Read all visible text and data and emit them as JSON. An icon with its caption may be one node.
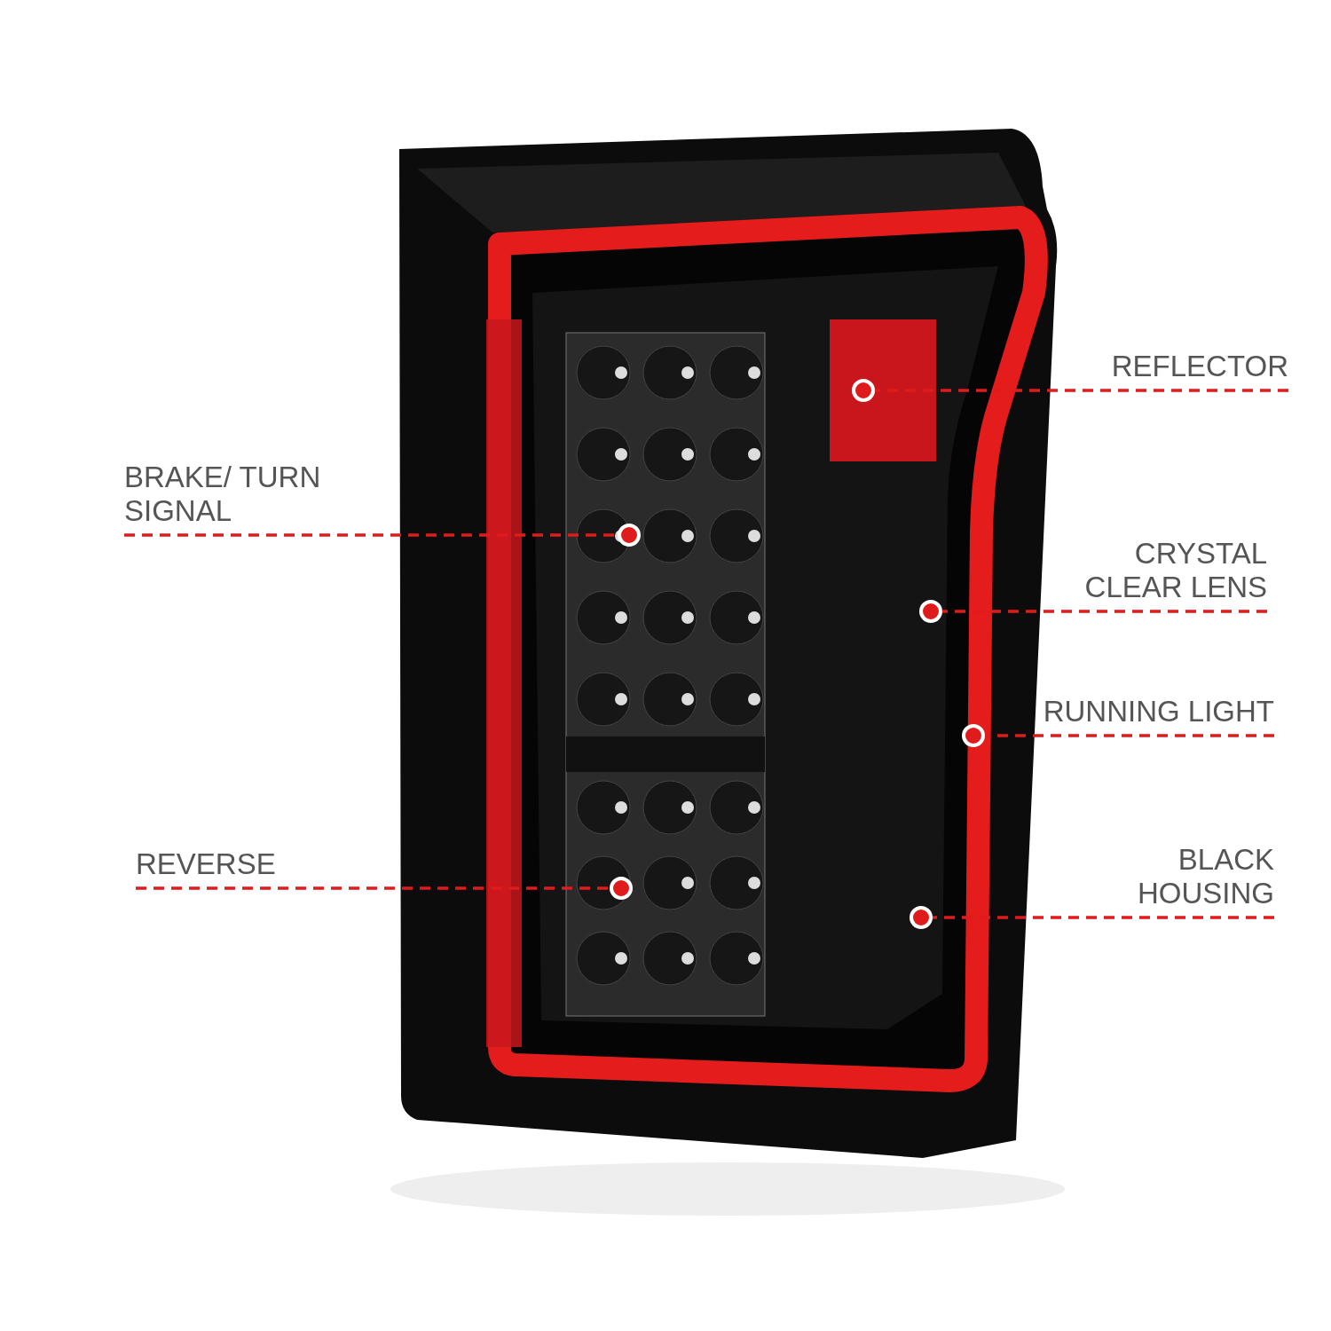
{
  "diagram": {
    "nodes": [
      {
        "text": [
          "REFLECTOR"
        ]
      },
      {
        "text": [
          "BRAKE/ TURN SIGNAL"
        ]
      },
      {
        "text": [
          "CRYSTAL CLEAR LENS"
        ]
      },
      {
        "text": [
          "RUNNING LIGHT"
        ]
      },
      {
        "text": [
          "REVERSE"
        ]
      },
      {
        "text": [
          "BLACK HOUSING"
        ]
      },
      {
        "text": [],
        "shape": "circle"
      },
      {
        "text": [],
        "shape": "circle"
      },
      {
        "text": [],
        "shape": "circle"
      },
      {
        "text": [],
        "shape": "circle"
      },
      {
        "text": [],
        "shape": "circle"
      },
      {
        "text": [],
        "shape": "circle"
      }
    ],
    "edges": [
      {
        "from": 0,
        "to": 6,
        "arrow": "none",
        "style": "dashed"
      },
      {
        "from": 1,
        "to": 7,
        "arrow": "none",
        "style": "dashed"
      },
      {
        "from": 2,
        "to": 8,
        "arrow": "none",
        "style": "dashed"
      },
      {
        "from": 3,
        "to": 9,
        "arrow": "none",
        "style": "dashed"
      },
      {
        "from": 4,
        "to": 10,
        "arrow": "none",
        "style": "dashed"
      },
      {
        "from": 5,
        "to": 11,
        "arrow": "none",
        "style": "dashed"
      }
    ]
  }
}
